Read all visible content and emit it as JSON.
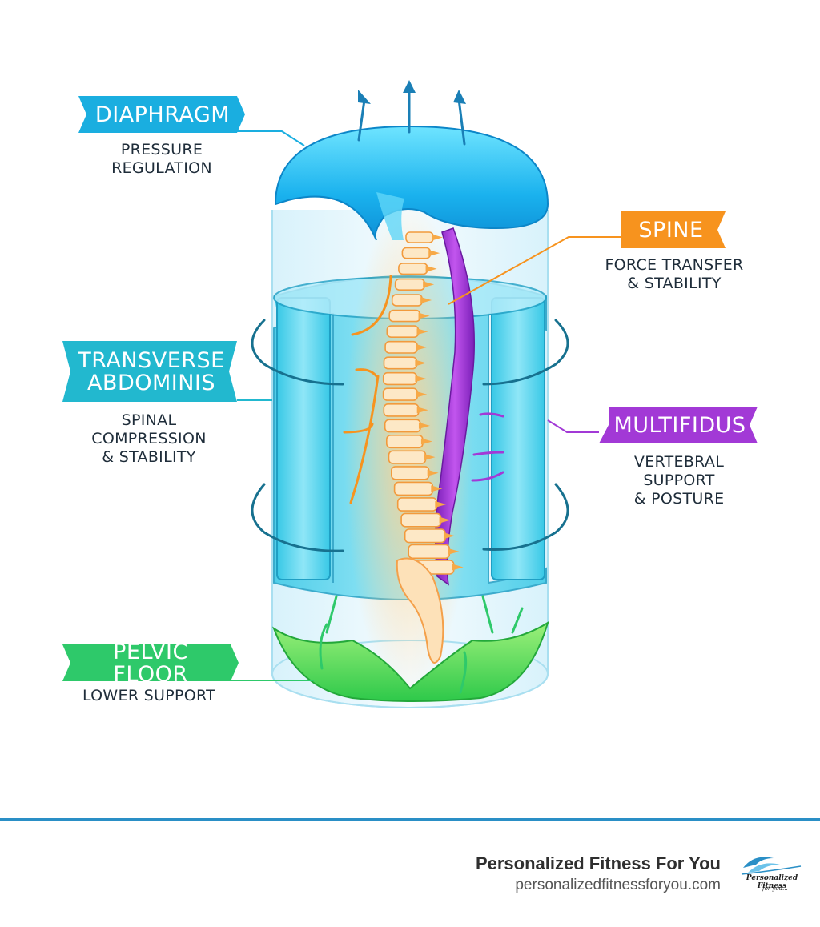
{
  "labels": {
    "diaphragm": {
      "title": "DIAPHRAGM",
      "desc": [
        "PRESSURE",
        "REGULATION"
      ],
      "color": "#1aaee0"
    },
    "spine": {
      "title": "SPINE",
      "desc": [
        "FORCE TRANSFER",
        "& STABILITY"
      ],
      "color": "#f7931e"
    },
    "transverse": {
      "title": [
        "TRANSVERSE",
        "ABDOMINIS"
      ],
      "desc": [
        "SPINAL",
        "COMPRESSION",
        "& STABILITY"
      ],
      "color": "#22b8cf"
    },
    "multifidus": {
      "title": "MULTIFIDUS",
      "desc": [
        "VERTEBRAL",
        "SUPPORT",
        "& POSTURE"
      ],
      "color": "#a239d6"
    },
    "pelvic": {
      "title": "PELVIC FLOOR",
      "desc": [
        "LOWER SUPPORT"
      ],
      "color": "#2ec96a"
    }
  },
  "footer": {
    "brand_name": "Personalized Fitness For You",
    "brand_url": "personalizedfitnessforyou.com",
    "logo_text": "Personalized Fitness",
    "logo_sub": "for you..."
  }
}
